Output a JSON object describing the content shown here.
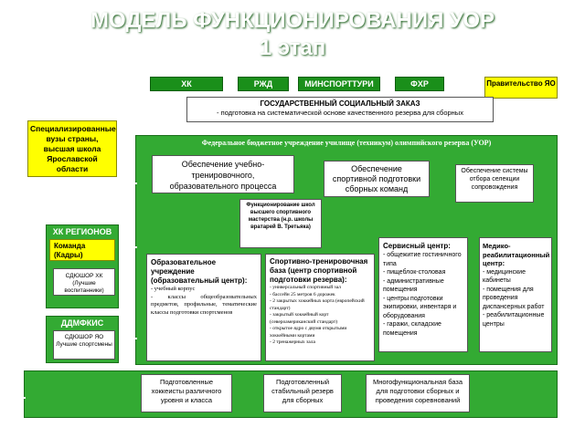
{
  "title": {
    "line1": "МОДЕЛЬ ФУНКЦИОНИРОВАНИЯ УОР",
    "line2": "1 этап"
  },
  "top_boxes": [
    {
      "label": "ХК"
    },
    {
      "label": "РЖД"
    },
    {
      "label": "МИНСПОРТТУРИ"
    },
    {
      "label": "ФХР"
    },
    {
      "label": "Правительство ЯО"
    }
  ],
  "gov_order": {
    "title": "ГОСУДАРСТВЕННЫЙ СОЦИАЛЬНЫЙ ЗАКАЗ",
    "text": "- подготовка на систематической основе качественного резерва для сборных"
  },
  "left_boxes": {
    "universities": "Специализированные вузы страны, высшая школа Ярославской области",
    "hk_regions": "ХК РЕГИОНОВ",
    "team": "Команда (Кадры)",
    "sdyushor_hk": "СДЮШОР ХК (Лучшие воспитанники)",
    "ddmfkis": "ДДМФКИС",
    "sdyushor_yao": "СДЮШОР ЯО Лучшие спортсмены"
  },
  "federal": {
    "title": "Федеральное бюджетное учреждение училище (техникум) олимпийского резерва (УОР)",
    "edu_training": "Обеспечение учебно-тренировочного, образовательного процесса",
    "sport_training": "Обеспечение спортивной подготовки сборных команд",
    "selection": "Обеспечение системы отбора селекции сопровождения",
    "coaches_school": "Функционирование школ высшего спортивного мастерства (н.р. школы вратарей В. Третьяка)",
    "education": {
      "title": "Образовательное учреждение (образовательный центр):",
      "items": [
        "- учебный корпус",
        "- классы общеобразовательных предметов, профильные, тематические классы подготовки спортсменов"
      ]
    },
    "sport_base": {
      "title": "Спортивно-тренировочная база (центр спортивной подготовки резерва):",
      "items": [
        "- универсальный спортивный зал",
        "- бассейн 25 метров 6 дорожек",
        "- 2 закрытых хоккейных корта (европейский стандарт)",
        "- закрытый хоккейный корт (североамериканский стандарт)",
        "- открытое ядро с двумя открытыми хоккейными кортами",
        "- 2 тренажерных зала"
      ]
    },
    "service": {
      "title": "Сервисный центр:",
      "items": [
        "- общежитие гостиничного типа",
        "- пищеблок-столовая",
        "- административные помещения",
        "- центры подготовки экипировки, инвентаря и оборудования",
        "- гаражи, складские помещения"
      ]
    },
    "medical": {
      "title": "Медико-реабилитационный центр:",
      "items": [
        "- медицинские кабинеты",
        "- помещения для проведения диспансерных работ",
        "- реабилитационные центры"
      ]
    }
  },
  "bottom_boxes": [
    "Подготовленные хоккеисты различного уровня и класса",
    "Подготовленный стабильный резерв для сборных",
    "Многофункциональная база для подготовки сборных и проведения соревнований"
  ],
  "colors": {
    "green": "#33aa33",
    "dark_green": "#1f7a1f",
    "yellow": "#ffff00",
    "white": "#ffffff"
  }
}
